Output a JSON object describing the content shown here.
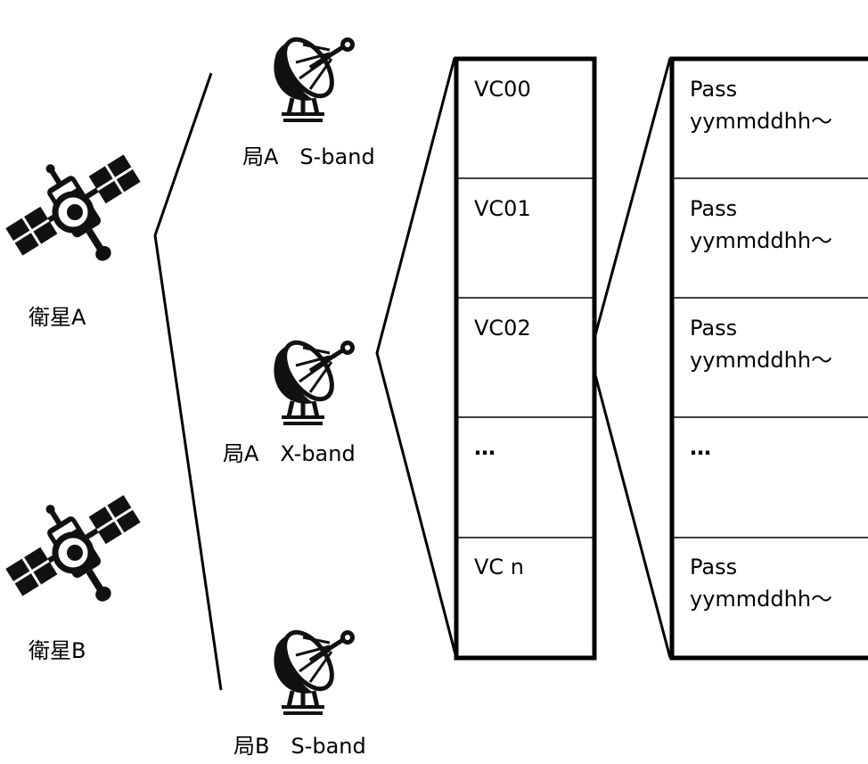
{
  "satellites": [
    {
      "name": "衛星A",
      "icon": "satellite-icon"
    },
    {
      "name": "衛星B",
      "icon": "satellite-icon"
    }
  ],
  "stations": [
    {
      "label": "局A　S-band",
      "icon": "antenna-dish-icon"
    },
    {
      "label": "局A　X-band",
      "icon": "antenna-dish-icon"
    },
    {
      "label": "局B　S-band",
      "icon": "antenna-dish-icon"
    }
  ],
  "vc_column": {
    "cells": [
      "VC00",
      "VC01",
      "VC02",
      "…",
      "VC n"
    ]
  },
  "pass_column": {
    "cells": [
      "Pass\nyymmddhh～",
      "Pass\nyymmddhh～",
      "Pass\nyymmddhh～",
      "…",
      "Pass\nyymmddhh～"
    ]
  }
}
